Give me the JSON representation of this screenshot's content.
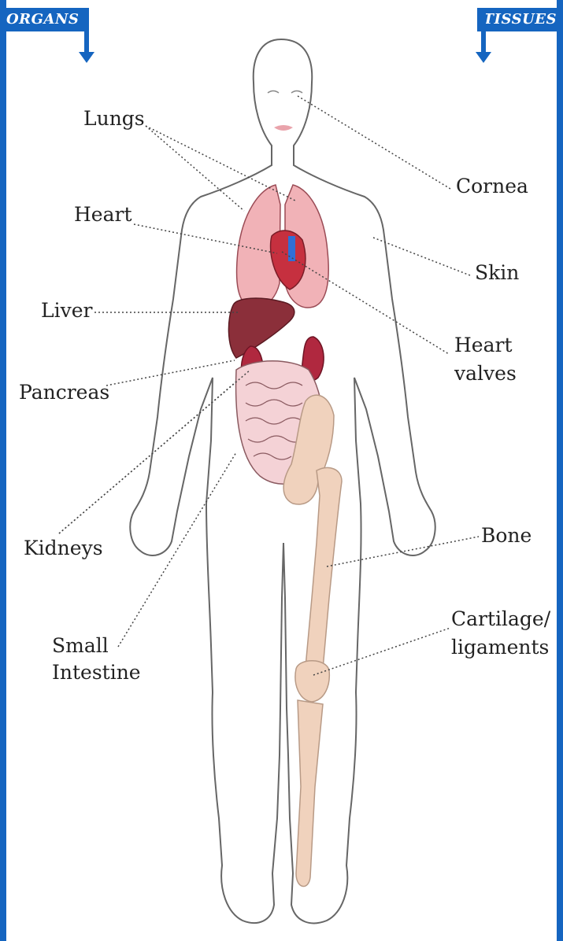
{
  "headers": {
    "organs": "ORGANS",
    "tissues": "TISSUES"
  },
  "labels": {
    "lungs": "Lungs",
    "heart": "Heart",
    "liver": "Liver",
    "pancreas": "Pancreas",
    "kidneys": "Kidneys",
    "small_intestine_line1": "Small",
    "small_intestine_line2": "Intestine",
    "cornea": "Cornea",
    "skin": "Skin",
    "heart_valves_line1": "Heart",
    "heart_valves_line2": "valves",
    "bone": "Bone",
    "cartilage_line1": "Cartilage/",
    "cartilage_line2": "ligaments"
  },
  "colors": {
    "accent_blue": "#1565c0",
    "lung_pink": "#f1b2b7",
    "liver_maroon": "#8b2f3a",
    "kidney_red": "#b0283f",
    "intestine_pink": "#f4d2d6",
    "bone_tan": "#f0d2bd"
  }
}
